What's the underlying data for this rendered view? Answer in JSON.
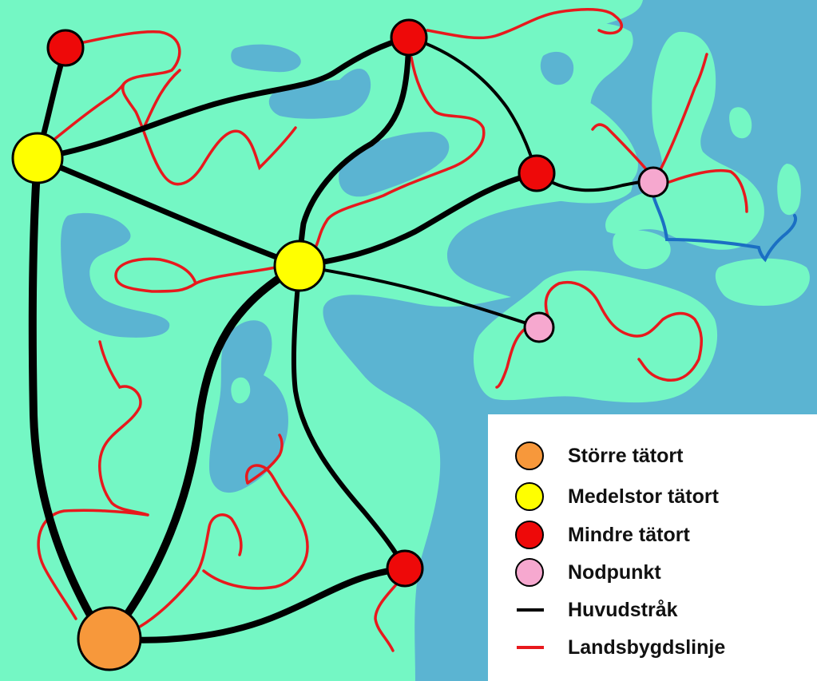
{
  "colors": {
    "land": "#74f7c4",
    "water": "#5bb4d2",
    "main_route": "#000000",
    "rural_line": "#e8191d",
    "link": "#1b6fc3",
    "large_town": "#f7983b",
    "medium_town": "#ffff00",
    "small_town": "#ee0909",
    "node_point": "#f6a8cf"
  },
  "legend": {
    "items": [
      {
        "label": "Större tätort",
        "symbol": "circle",
        "color": "#f7983b",
        "icon": "orange-circle-icon"
      },
      {
        "label": "Medelstor tätort",
        "symbol": "circle",
        "color": "#ffff00",
        "icon": "yellow-circle-icon"
      },
      {
        "label": "Mindre tätort",
        "symbol": "circle",
        "color": "#ee0909",
        "icon": "red-circle-icon"
      },
      {
        "label": "Nodpunkt",
        "symbol": "circle",
        "color": "#f6a8cf",
        "icon": "pink-circle-icon"
      },
      {
        "label": "Huvudstråk",
        "symbol": "line",
        "color": "#000000",
        "icon": "black-line-icon"
      },
      {
        "label": "Landsbygdslinje",
        "symbol": "line",
        "color": "#e8191d",
        "icon": "red-line-icon"
      }
    ]
  }
}
